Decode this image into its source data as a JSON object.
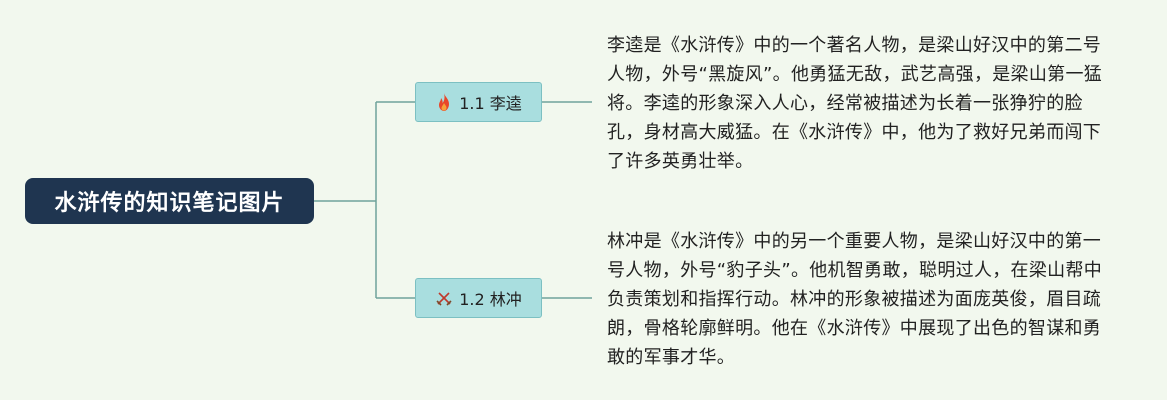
{
  "mindmap": {
    "root": {
      "title": "水浒传的知识笔记图片"
    },
    "branches": [
      {
        "label": "1.1 李逵",
        "icon": "fire-icon",
        "icon_color": "#e8462a",
        "note": "李逵是《水浒传》中的一个著名人物，是梁山好汉中的第二号人物，外号“黑旋风”。他勇猛无敌，武艺高强，是梁山第一猛将。李逵的形象深入人心，经常被描述为长着一张狰狞的脸孔，身材高大威猛。在《水浒传》中，他为了救好兄弟而闯下了许多英勇壮举。"
      },
      {
        "label": "1.2 林冲",
        "icon": "crossed-swords-icon",
        "icon_color": "#c0392b",
        "note": "林冲是《水浒传》中的另一个重要人物，是梁山好汉中的第一号人物，外号“豹子头”。他机智勇敢，聪明过人，在梁山帮中负责策划和指挥行动。林冲的形象被描述为面庞英俊，眉目疏朗，骨格轮廓鲜明。他在《水浒传》中展现了出色的智谋和勇敢的军事才华。"
      }
    ],
    "colors": {
      "background": "#f2f8ee",
      "root_fill": "#1f3550",
      "branch_fill": "#a9dedf",
      "connector": "#6fa39b"
    }
  }
}
